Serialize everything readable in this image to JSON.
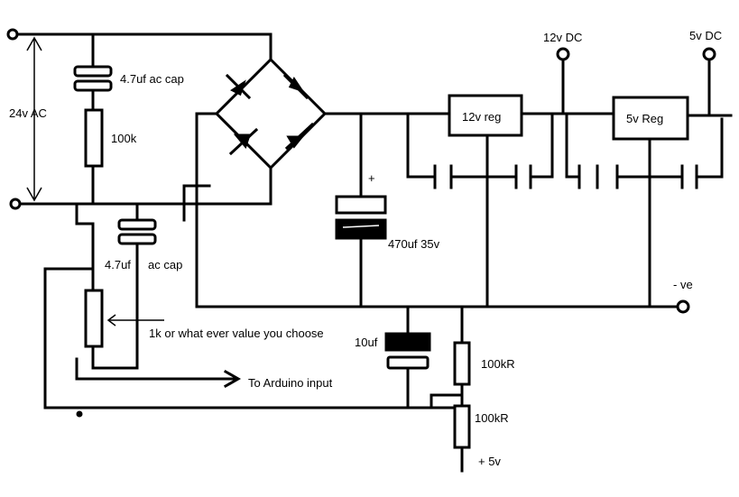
{
  "labels": {
    "ac_input": "24v  AC",
    "cap_top": "4.7uf ac cap",
    "res_top": "100k",
    "cap_bottom": "4.7uf",
    "cap_bottom_suffix": "ac cap",
    "pot": "1k or what ever value you choose",
    "arduino": "To Arduino input",
    "electrolytic_plus": "+",
    "electrolytic": "470uf 35v",
    "reg12": "12v reg",
    "reg5": "5v Reg",
    "out12": "12v DC",
    "out5": "5v DC",
    "negative": "- ve",
    "cap10": "10uf",
    "res_div1": "100kR",
    "res_div2": "100kR",
    "plus5": "+ 5v"
  },
  "colors": {
    "ink": "#000000",
    "paper": "#ffffff"
  }
}
